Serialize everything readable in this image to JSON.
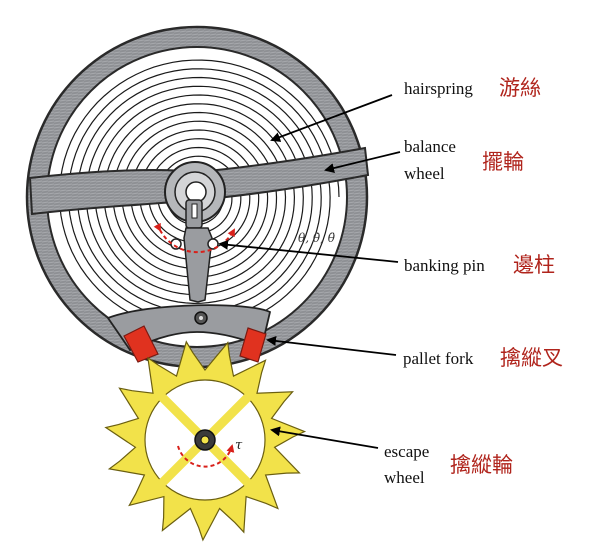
{
  "colors": {
    "wheel_metal": "#8e9094",
    "wheel_edge": "#2a2a2a",
    "hairspring": "#1a1a1a",
    "escape_wheel": "#f2e24a",
    "pallet_jewel": "#e0321f",
    "pallet_fork": "#9a9ca0",
    "motion_arrow": "#d8201a",
    "chinese_label": "#b0241c",
    "leader_line": "#000000"
  },
  "labels": {
    "hairspring": {
      "en": "hairspring",
      "zh": "游絲"
    },
    "balance_wheel": {
      "en_line1": "balance",
      "en_line2": "wheel",
      "zh": "擺輪"
    },
    "banking_pin": {
      "en": "banking pin",
      "zh": "邊柱"
    },
    "pallet_fork": {
      "en": "pallet fork",
      "zh": "擒縱叉"
    },
    "escape_wheel": {
      "en_line1": "escape",
      "en_line2": "wheel",
      "zh": "擒縱輪"
    }
  },
  "annotations": {
    "theta_symbols": "θ, θ̇, θ̈",
    "torque_symbol": "τ"
  },
  "icons": [
    "arrow-hairspring-icon",
    "arrow-balance-wheel-icon",
    "arrow-banking-pin-icon",
    "arrow-pallet-fork-icon",
    "arrow-escape-wheel-icon"
  ]
}
